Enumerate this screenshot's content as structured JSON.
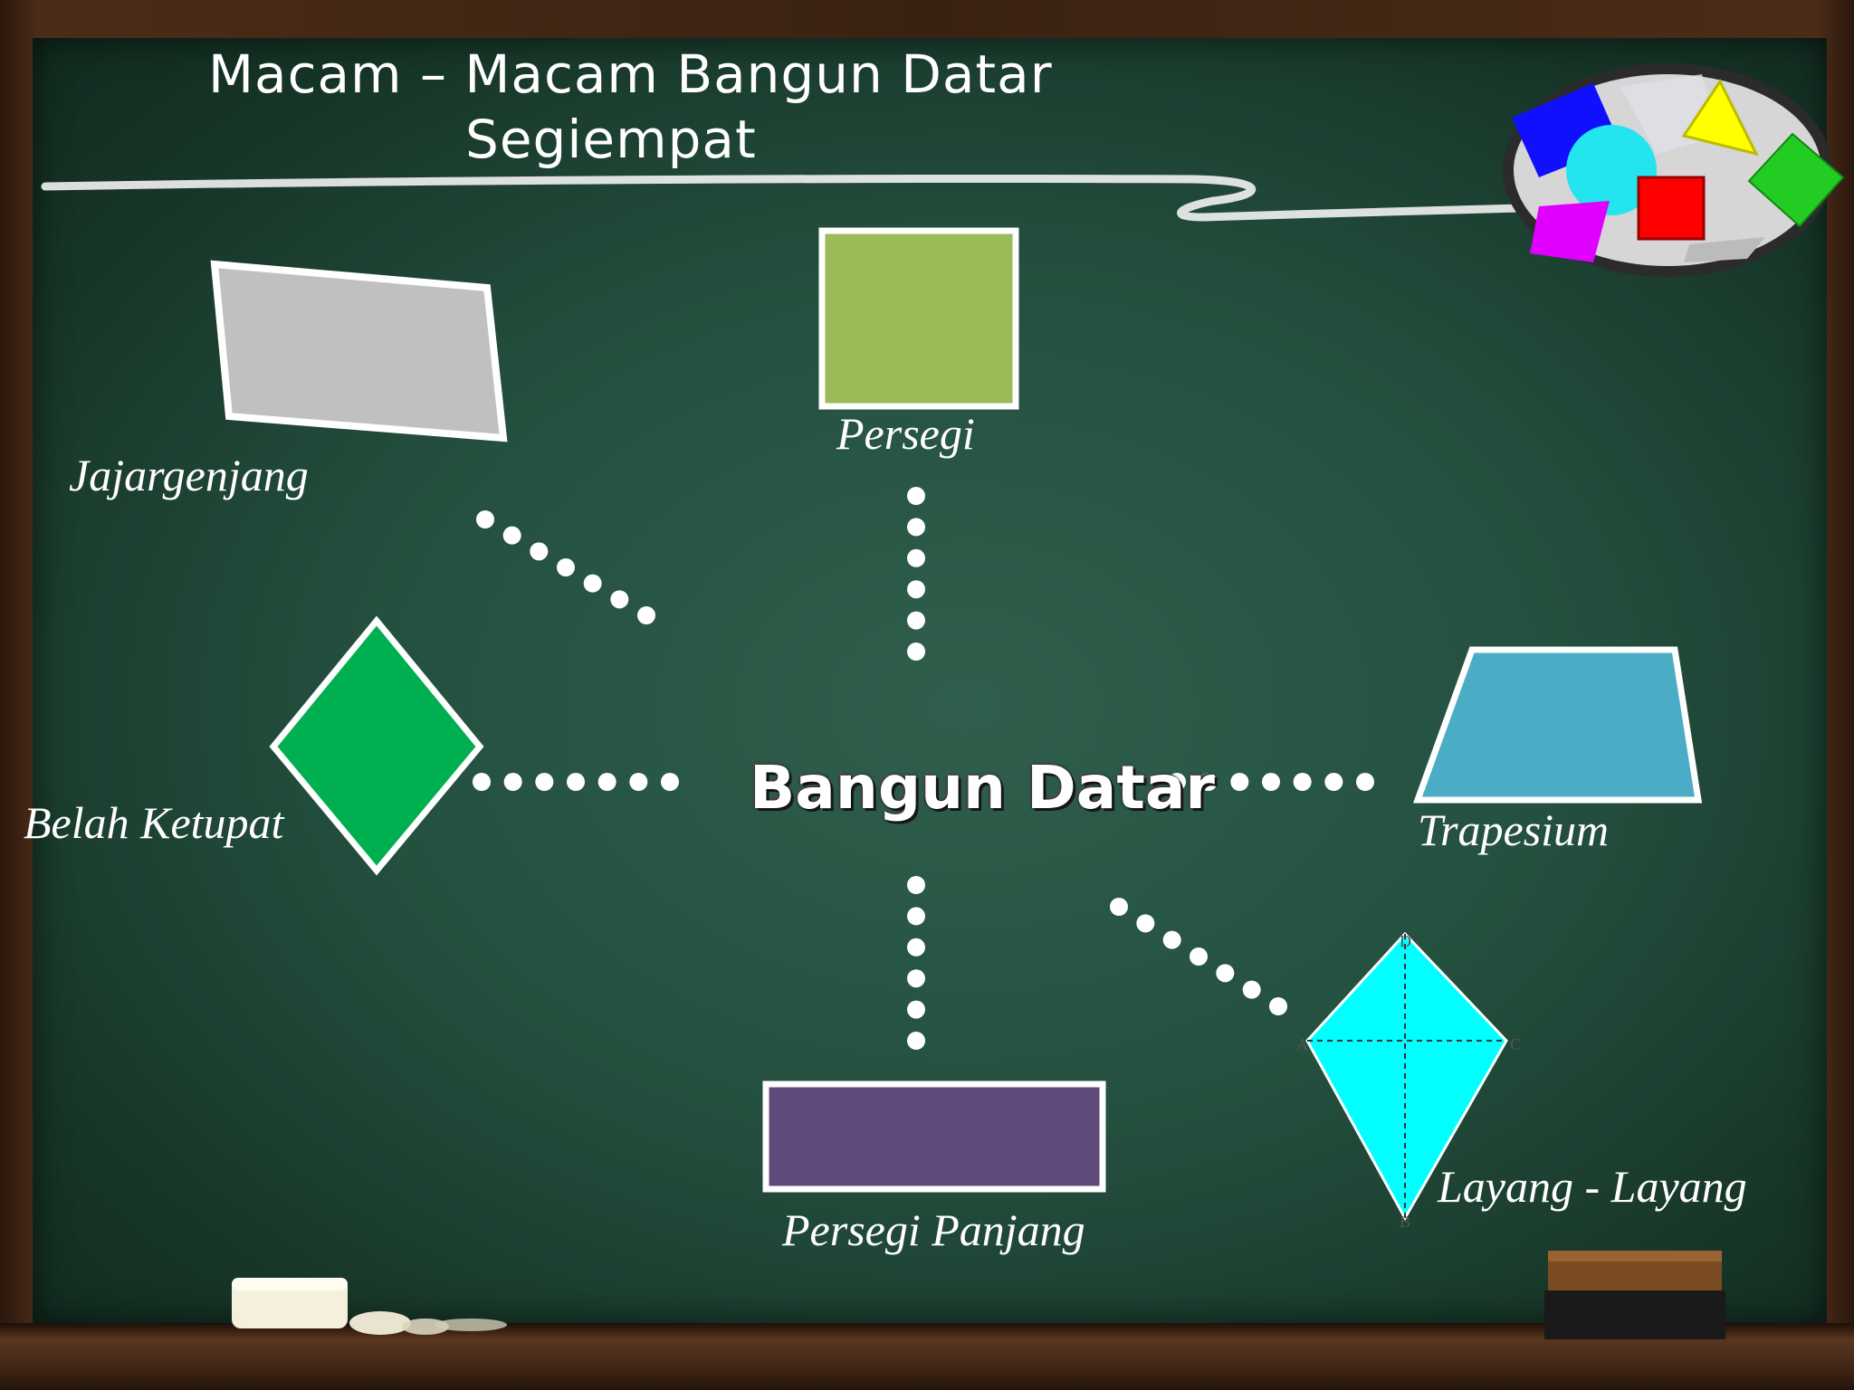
{
  "title": {
    "line1": "Macam – Macam Bangun Datar",
    "line2": "Segiempat"
  },
  "center_label": "Bangun Datar",
  "shapes": [
    {
      "name": "Jajargenjang",
      "color": "#c0c0c0"
    },
    {
      "name": "Persegi",
      "color": "#9bbb59"
    },
    {
      "name": "Belah Ketupat",
      "color": "#00b050"
    },
    {
      "name": "Trapesium",
      "color": "#4bacc6"
    },
    {
      "name": "Persegi Panjang",
      "color": "#604a7b"
    },
    {
      "name": "Layang - Layang",
      "color": "#00ffff"
    }
  ],
  "kite_vertex_labels": {
    "top": "D",
    "left": "A",
    "right": "C",
    "bottom": "B"
  },
  "colors": {
    "board": "#24503f",
    "frame": "#4a2c18",
    "chalk": "#ffffff"
  },
  "icons": [
    "shapes-collage-icon",
    "chalk-piece-icon",
    "eraser-icon"
  ]
}
